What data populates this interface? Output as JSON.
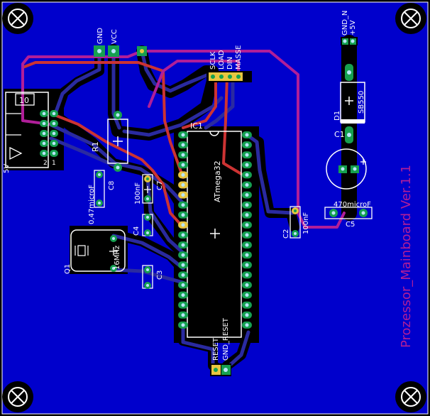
{
  "title": "Prozessor_Mainboard Ver.1.1",
  "colors": {
    "background": "#000000",
    "copper_pour": "#0000cc",
    "outline": "#ffffff",
    "top_trace": "#cc3333",
    "bottom_trace": "#2a2aa0",
    "jumper_trace": "#b01e99",
    "pad": "#16a050",
    "drill": "#b9e6ff",
    "silk": "#ffffff",
    "accent_yellow": "#e8c640"
  },
  "components": {
    "ic1": {
      "ref": "IC1",
      "value": "ATmega32"
    },
    "r1": {
      "ref": "R1"
    },
    "c8": {
      "ref": "C8",
      "value": "0,47microF"
    },
    "c7": {
      "ref": "C7",
      "value": "100nF"
    },
    "c4": {
      "ref": "C4"
    },
    "c3": {
      "ref": "C3"
    },
    "q1": {
      "ref": "Q1",
      "value": "16MHz"
    },
    "c2": {
      "ref": "C2",
      "value": "100nF"
    },
    "d1": {
      "ref": "D1",
      "value": "SB550"
    },
    "c1": {
      "ref": "C1"
    },
    "c5": {
      "ref": "C5",
      "value": "470microF"
    },
    "connector": {
      "ref": "10",
      "pins": [
        "2",
        "1"
      ],
      "side_label": "5V"
    }
  },
  "header_labels": {
    "power_left": [
      "GND",
      "VCC"
    ],
    "spi": [
      "SCLK",
      "LOAD",
      "DIN",
      "MASSE"
    ],
    "reset": [
      "RESET",
      "GND_RESET"
    ],
    "power_right": [
      "GND_N",
      "+5V"
    ]
  }
}
